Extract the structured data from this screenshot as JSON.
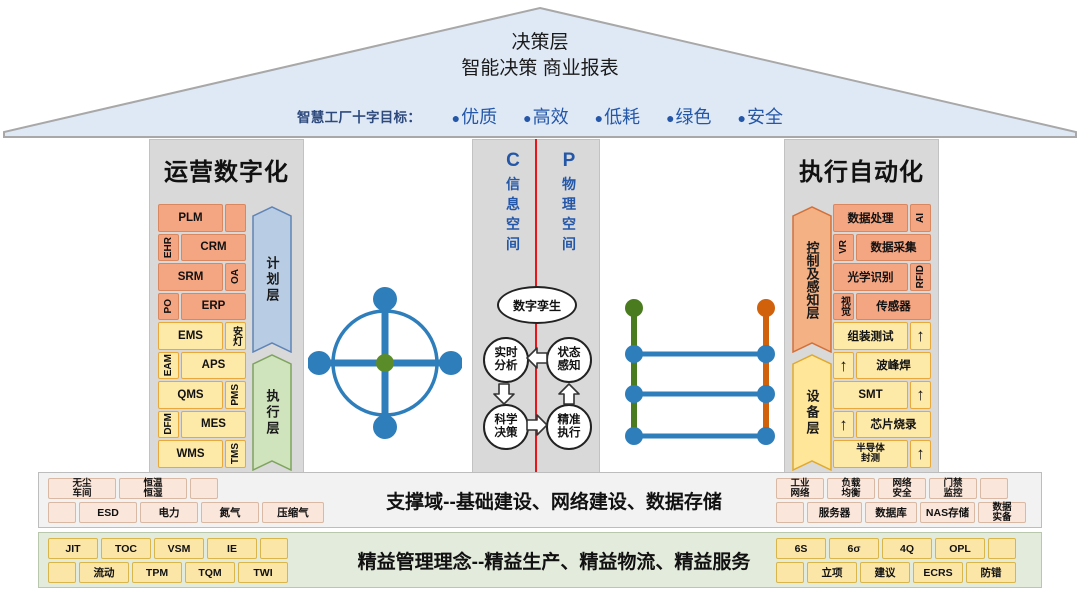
{
  "roof": {
    "title": "决策层",
    "subtitle": "智能决策 商业报表",
    "goals_label": "智慧工厂十字目标：",
    "goals": [
      "优质",
      "高效",
      "低耗",
      "绿色",
      "安全"
    ],
    "dot": "●"
  },
  "left_pillar": {
    "title": "运营数字化",
    "rows": [
      {
        "wide": "PLM",
        "narrow": "",
        "side": "right",
        "color": "salmon",
        "narrow_color": "salmon"
      },
      {
        "wide": "CRM",
        "narrow": "EHR",
        "side": "left",
        "color": "salmon",
        "narrow_color": "salmon"
      },
      {
        "wide": "SRM",
        "narrow": "OA",
        "side": "right",
        "color": "salmon",
        "narrow_color": "salmon"
      },
      {
        "wide": "ERP",
        "narrow": "PO",
        "side": "left",
        "color": "salmon",
        "narrow_color": "salmon"
      },
      {
        "wide": "EMS",
        "narrow": "安灯",
        "side": "right",
        "color": "yellow",
        "narrow_color": "yellow"
      },
      {
        "wide": "APS",
        "narrow": "EAM",
        "side": "left",
        "color": "yellow",
        "narrow_color": "yellow"
      },
      {
        "wide": "QMS",
        "narrow": "PMS",
        "side": "right",
        "color": "yellow",
        "narrow_color": "yellow"
      },
      {
        "wide": "MES",
        "narrow": "DFM",
        "side": "left",
        "color": "yellow",
        "narrow_color": "yellow"
      },
      {
        "wide": "WMS",
        "narrow": "TMS",
        "side": "right",
        "color": "yellow",
        "narrow_color": "yellow"
      }
    ],
    "bands": [
      {
        "label": "计划层",
        "fill": "#b8cce4",
        "stroke": "#5f84b5"
      },
      {
        "label": "执行层",
        "fill": "#cfe3bd",
        "stroke": "#7fa35f"
      }
    ]
  },
  "right_pillar": {
    "title": "执行自动化",
    "rows": [
      {
        "wide": "数据处理",
        "narrow": "AI",
        "side": "right",
        "color": "salmon",
        "narrow_color": "salmon"
      },
      {
        "wide": "数据采集",
        "narrow": "VR",
        "side": "left",
        "color": "salmon",
        "narrow_color": "salmon"
      },
      {
        "wide": "光学识别",
        "narrow": "RFID",
        "side": "right",
        "color": "salmon",
        "narrow_color": "salmon"
      },
      {
        "wide": "传感器",
        "narrow": "视觉",
        "side": "left",
        "color": "salmon",
        "narrow_color": "salmon"
      },
      {
        "wide": "组装测试",
        "narrow": "↑",
        "side": "right",
        "color": "yellow",
        "narrow_color": "yellow"
      },
      {
        "wide": "波峰焊",
        "narrow": "↑",
        "side": "left",
        "color": "yellow",
        "narrow_color": "yellow"
      },
      {
        "wide": "SMT",
        "narrow": "↑",
        "side": "right",
        "color": "yellow",
        "narrow_color": "yellow"
      },
      {
        "wide": "芯片烧录",
        "narrow": "↑",
        "side": "left",
        "color": "yellow",
        "narrow_color": "yellow"
      },
      {
        "wide": "半导体封测",
        "narrow": "↑",
        "side": "right",
        "color": "yellow",
        "narrow_color": "yellow"
      }
    ],
    "bands": [
      {
        "label": "控制及感知层",
        "fill": "#f4b183",
        "stroke": "#d2703a"
      },
      {
        "label": "设备层",
        "fill": "#ffe699",
        "stroke": "#e0a92e"
      }
    ]
  },
  "center": {
    "c_letter": "C",
    "c_label": "信息空间",
    "p_letter": "P",
    "p_label": "物理空间",
    "twin": "数字孪生",
    "nodes": {
      "realtime": "实时\n分析",
      "state": "状态\n感知",
      "science": "科学\n决策",
      "execute": "精准\n执行"
    },
    "node_lines": {
      "realtime": [
        "实时",
        "分析"
      ],
      "state": [
        "状态",
        "感知"
      ],
      "science": [
        "科学",
        "决策"
      ],
      "execute": [
        "精准",
        "执行"
      ]
    },
    "divider_color": "#e8151b"
  },
  "graphics": {
    "crosshair": {
      "node_color": "#2e7ebb",
      "center_color": "#5b8c2a"
    },
    "ladder": {
      "left_color": "#4a7c1f",
      "right_color": "#d2610c",
      "rung_color": "#2e7ebb"
    }
  },
  "support_bar": {
    "title": "支撑域--基础建设、网络建设、数据存储",
    "left_rows": [
      [
        "无尘车间",
        "恒温恒湿",
        ""
      ],
      [
        "",
        "ESD",
        "电力",
        "氮气",
        "压缩气"
      ]
    ],
    "right_rows": [
      [
        "工业网络",
        "负载均衡",
        "网络安全",
        "门禁监控",
        ""
      ],
      [
        "",
        "服务器",
        "数据库",
        "NAS存储",
        "数据实备"
      ]
    ]
  },
  "lean_bar": {
    "title": "精益管理理念--精益生产、精益物流、精益服务",
    "left_rows": [
      [
        "JIT",
        "TOC",
        "VSM",
        "IE",
        ""
      ],
      [
        "",
        "流动",
        "TPM",
        "TQM",
        "TWI"
      ]
    ],
    "right_rows": [
      [
        "6S",
        "6σ",
        "4Q",
        "OPL",
        ""
      ],
      [
        "",
        "立项",
        "建议",
        "ECRS",
        "防错"
      ]
    ]
  }
}
